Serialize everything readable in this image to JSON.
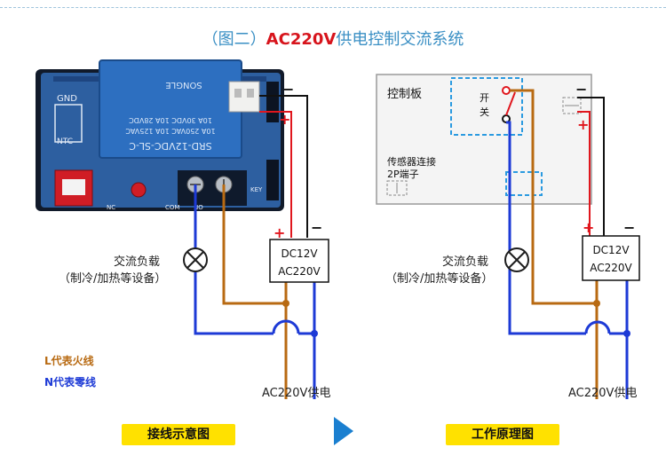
{
  "title": {
    "prefix": "（图二）",
    "highlight": "AC220V",
    "suffix": "供电控制交流系统"
  },
  "relay": {
    "model": "SRD-12VDC-SL-C",
    "rating_1": "10A 250VAC  10A 125VAC",
    "rating_2": "10A 30VDC  10A 28VDC",
    "brand": "SONGLE"
  },
  "board_pins": {
    "gnd": "GND",
    "ntc": "NTC",
    "nc": "NC",
    "com": "COM",
    "no": "NO",
    "key": "KEY"
  },
  "left_diagram": {
    "load_label_1": "交流负载",
    "load_label_2": "（制冷/加热等设备）",
    "psu_line_1": "DC12V",
    "psu_line_2": "AC220V",
    "supply_label": "AC220V供电",
    "plus": "+",
    "minus": "−"
  },
  "right_diagram": {
    "board_label": "控制板",
    "switch_label_1": "开",
    "switch_label_2": "关",
    "sensor_label_1": "传感器连接",
    "sensor_label_2": "2P端子",
    "load_label_1": "交流负载",
    "load_label_2": "（制冷/加热等设备）",
    "psu_line_1": "DC12V",
    "psu_line_2": "AC220V",
    "supply_label": "AC220V供电",
    "plus": "+",
    "minus": "−"
  },
  "legend": {
    "live": "L代表火线",
    "neutral": "N代表零线"
  },
  "buttons": {
    "wiring": "接线示意图",
    "principle": "工作原理图"
  },
  "colors": {
    "live_wire": "#b86a12",
    "neutral_wire": "#1d3ad6",
    "plus_wire": "#e0161d",
    "minus_wire": "#111111",
    "title": "#3a8fc4",
    "button_bg": "#ffe100",
    "arrow": "#1a7fd0",
    "board": "#2d5fa0"
  }
}
